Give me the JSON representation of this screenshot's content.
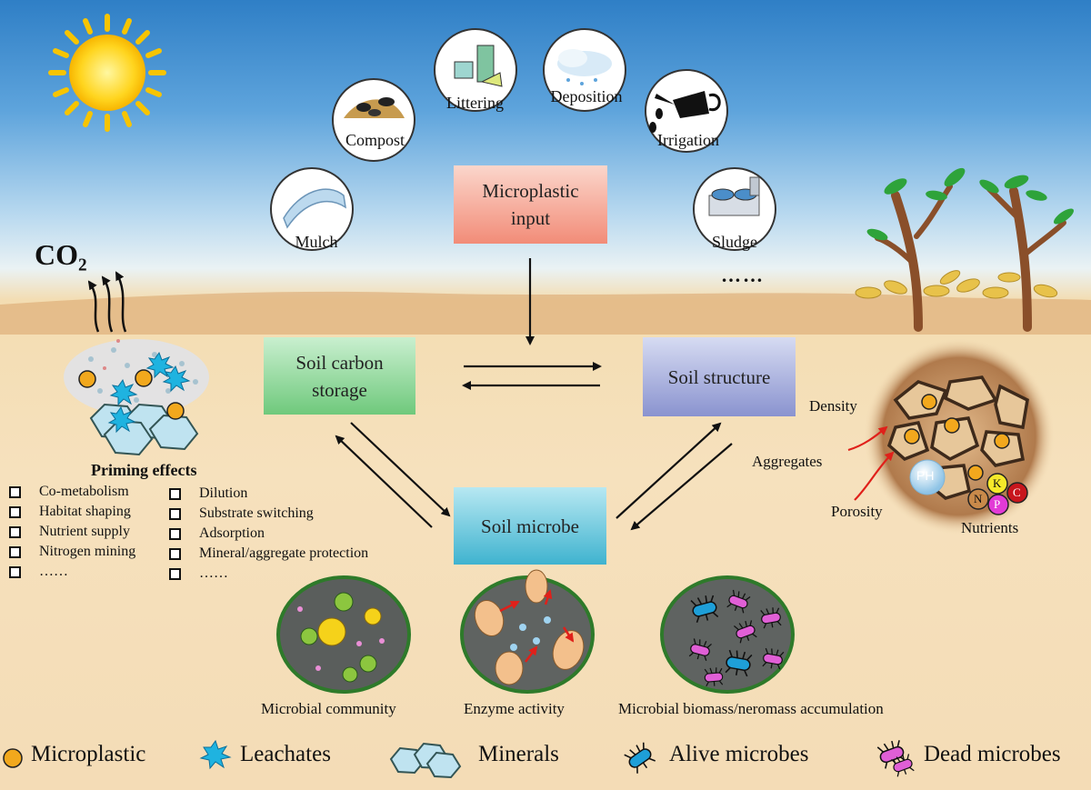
{
  "input_sources": [
    "Mulch",
    "Compost",
    "Littering",
    "Deposition",
    "Irrigation",
    "Sludge"
  ],
  "input_ellipsis": "……",
  "co2_label": "CO₂",
  "boxes": {
    "input": "Microplastic\ninput",
    "carbon": "Soil carbon\nstorage",
    "structure": "Soil structure",
    "microbe": "Soil microbe"
  },
  "priming": {
    "title": "Priming effects",
    "left": [
      "Co-metabolism",
      "Habitat shaping",
      "Nutrient supply",
      "Nitrogen mining",
      "……"
    ],
    "right": [
      "Dilution",
      "Substrate switching",
      "Adsorption",
      "Mineral/aggregate protection",
      "……"
    ]
  },
  "structure_labels": {
    "density": "Density",
    "aggregates": "Aggregates",
    "porosity": "Porosity",
    "nutrients": "Nutrients",
    "ph": "PH",
    "n": "N",
    "k": "K",
    "p": "P",
    "c": "C"
  },
  "microbe_panels": [
    "Microbial community",
    "Enzyme activity",
    "Microbial biomass/neromass accumulation"
  ],
  "legend": [
    "Microplastic",
    "Leachates",
    "Minerals",
    "Alive microbes",
    "Dead microbes"
  ],
  "colors": {
    "microplastic": "#f2a81d",
    "input_box": "#f4a08f",
    "carbon_box": "#8fd59a",
    "structure_box": "#9aa3d6",
    "microbe_box": "#5fc3d8",
    "alive_microbe": "#1e9fd8",
    "dead_microbe": "#e05fd6",
    "nutrient_k": "#f5e82a",
    "nutrient_p": "#e23ad6",
    "nutrient_c": "#c8161d",
    "nutrient_n": "#c98a4a"
  }
}
